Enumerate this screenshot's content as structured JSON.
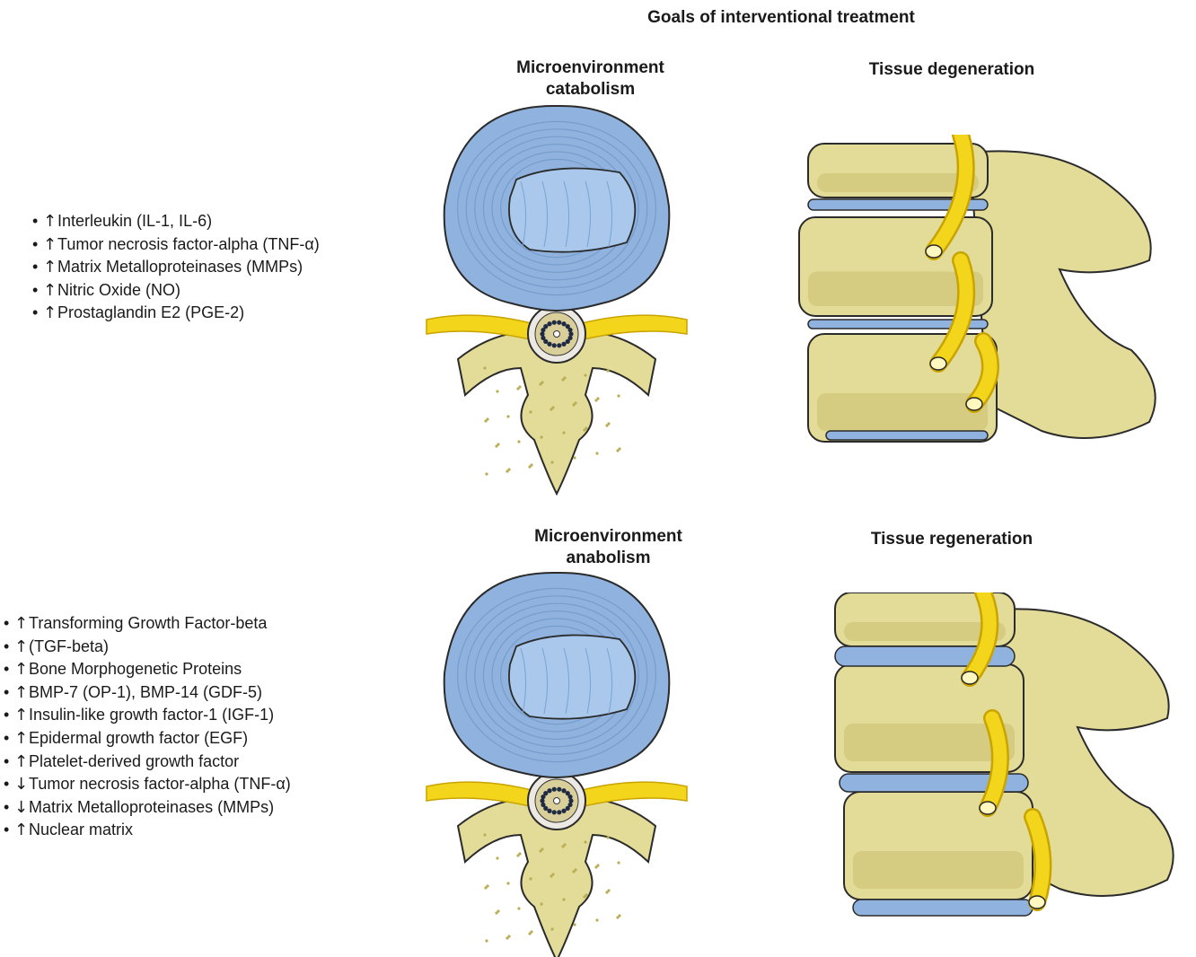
{
  "title": "Goals of interventional treatment",
  "top": {
    "left_heading": "Microenvironment catabolism",
    "right_heading": "Tissue degeneration",
    "factors": [
      {
        "dir": "up",
        "text": "Interleukin (IL-1, IL-6)"
      },
      {
        "dir": "up",
        "text": "Tumor necrosis factor-alpha (TNF-α)"
      },
      {
        "dir": "up",
        "text": "Matrix Metalloproteinases (MMPs)"
      },
      {
        "dir": "up",
        "text": "Nitric Oxide (NO)"
      },
      {
        "dir": "up",
        "text": "Prostaglandin E2 (PGE-2)"
      }
    ]
  },
  "bottom": {
    "left_heading": "Microenvironment anabolism",
    "right_heading": "Tissue regeneration",
    "factors": [
      {
        "dir": "up",
        "text": "Transforming Growth Factor-beta"
      },
      {
        "dir": "up",
        "text": "(TGF-beta)"
      },
      {
        "dir": "up",
        "text": "Bone Morphogenetic Proteins"
      },
      {
        "dir": "up",
        "text": "BMP-7 (OP-1), BMP-14 (GDF-5)"
      },
      {
        "dir": "up",
        "text": "Insulin-like growth factor-1 (IGF-1)"
      },
      {
        "dir": "up",
        "text": "Epidermal growth factor (EGF)"
      },
      {
        "dir": "up",
        "text": "Platelet-derived growth factor"
      },
      {
        "dir": "down",
        "text": "Tumor necrosis factor-alpha (TNF-α)"
      },
      {
        "dir": "down",
        "text": "Matrix Metalloproteinases (MMPs)"
      },
      {
        "dir": "up",
        "text": "Nuclear matrix"
      }
    ]
  },
  "symbols": {
    "up": "↑",
    "down": "↓",
    "bullet": "•"
  },
  "colors": {
    "disc_outer": "#8fb3de",
    "disc_rings": "#6d93c4",
    "nucleus": "#a9c8ec",
    "bone": "#e3dc98",
    "bone_shade": "#b9ad55",
    "nerve": "#f3d51c",
    "nerve_shade": "#c9a400",
    "outline": "#2b2b2b"
  }
}
